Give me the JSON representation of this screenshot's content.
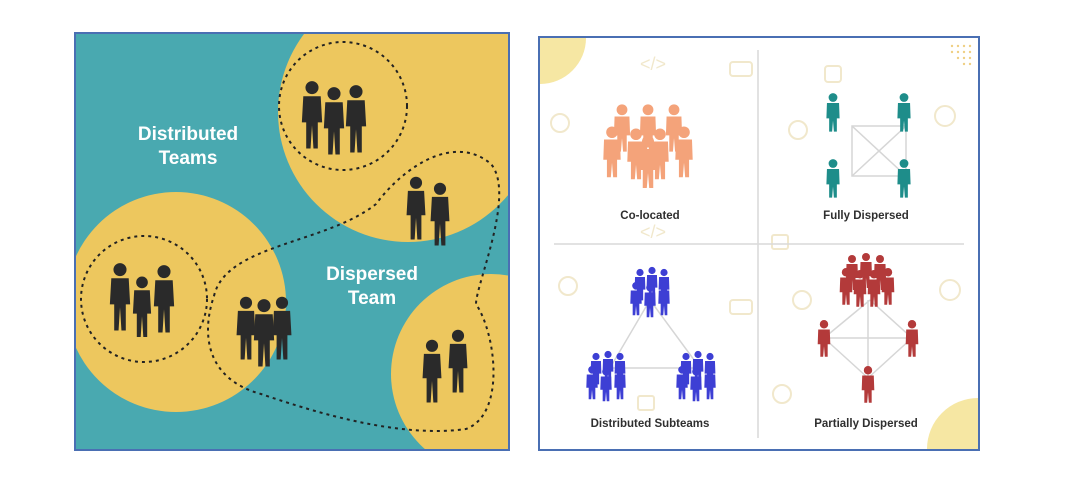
{
  "left": {
    "distributed_line1": "Distributed",
    "distributed_line2": "Teams",
    "dispersed_line1": "Dispersed",
    "dispersed_line2": "Team"
  },
  "right": {
    "colocated": "Co-located",
    "fully_dispersed": "Fully Dispersed",
    "distributed_subteams": "Distributed Subteams",
    "partially_dispersed": "Partially Dispersed"
  },
  "colors": {
    "teal_background": "#49a9b0",
    "yellow_circle": "#edc75e",
    "silhouette": "#2a2a2a",
    "colocated_people": "#f4a37a",
    "fully_dispersed_people": "#1e8d8a",
    "subteam_people": "#3d3fd4",
    "partially_dispersed_people": "#b33a3a"
  }
}
